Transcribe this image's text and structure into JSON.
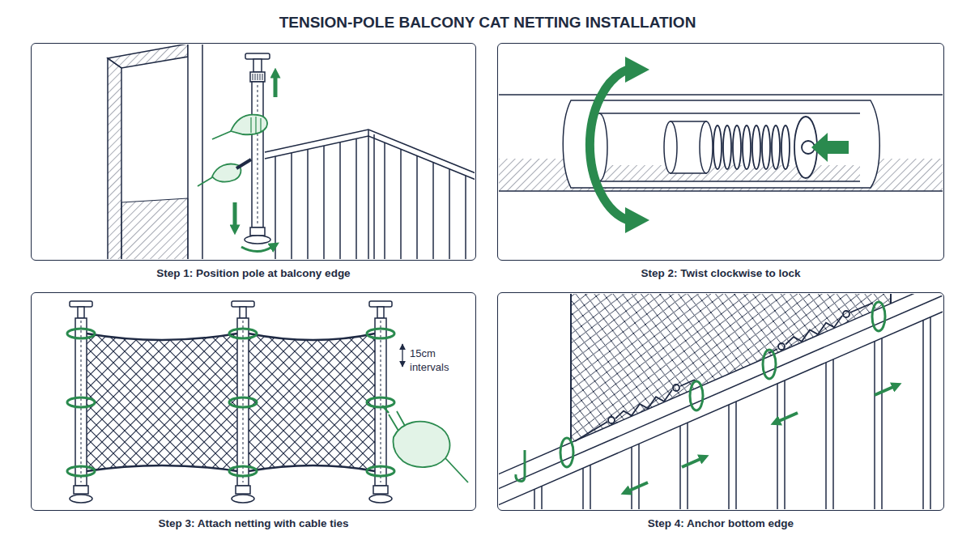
{
  "diagram": {
    "title": "TENSION-POLE BALCONY CAT NETTING INSTALLATION",
    "nodes": [
      {
        "text": [
          "Step 1: Position pole at balcony edge"
        ]
      },
      {
        "text": [
          "Step 2: Twist clockwise to lock"
        ]
      },
      {
        "text": [
          "Step 3: Attach netting with cable ties"
        ]
      },
      {
        "text": [
          "Step 4: Anchor bottom edge"
        ]
      }
    ],
    "labels": [
      "15cm intervals"
    ]
  }
}
